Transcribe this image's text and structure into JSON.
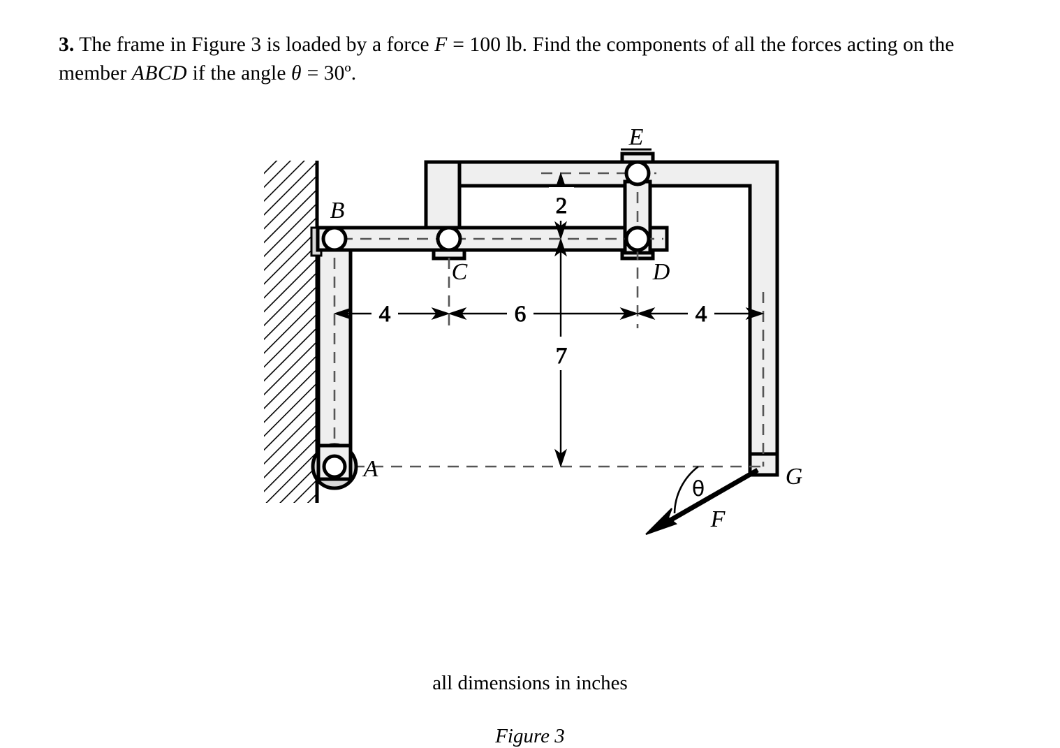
{
  "problem": {
    "number": "3.",
    "line1_a": "The frame in Figure 3 is loaded by a force ",
    "force_symbol": "F",
    "line1_b": " = 100 lb. Find the components of all the forces",
    "line2_a": "acting on the member ",
    "member_symbol": "ABCD",
    "line2_b": " if the angle ",
    "theta_symbol": "θ",
    "line2_c": " = 30º."
  },
  "figure": {
    "caption_units": "all dimensions in inches",
    "caption_label": "Figure 3",
    "point_labels": {
      "A": "A",
      "B": "B",
      "C": "C",
      "D": "D",
      "E": "E",
      "F": "F",
      "G": "G"
    },
    "angle_label": "θ",
    "dimensions": {
      "h1": "4",
      "h2": "6",
      "h3": "4",
      "v_top": "2",
      "v_main": "7"
    },
    "colors": {
      "member_fill": "#efefef",
      "outline": "#000000",
      "wall_hatch": "#000000",
      "centerline": "#555555"
    }
  }
}
